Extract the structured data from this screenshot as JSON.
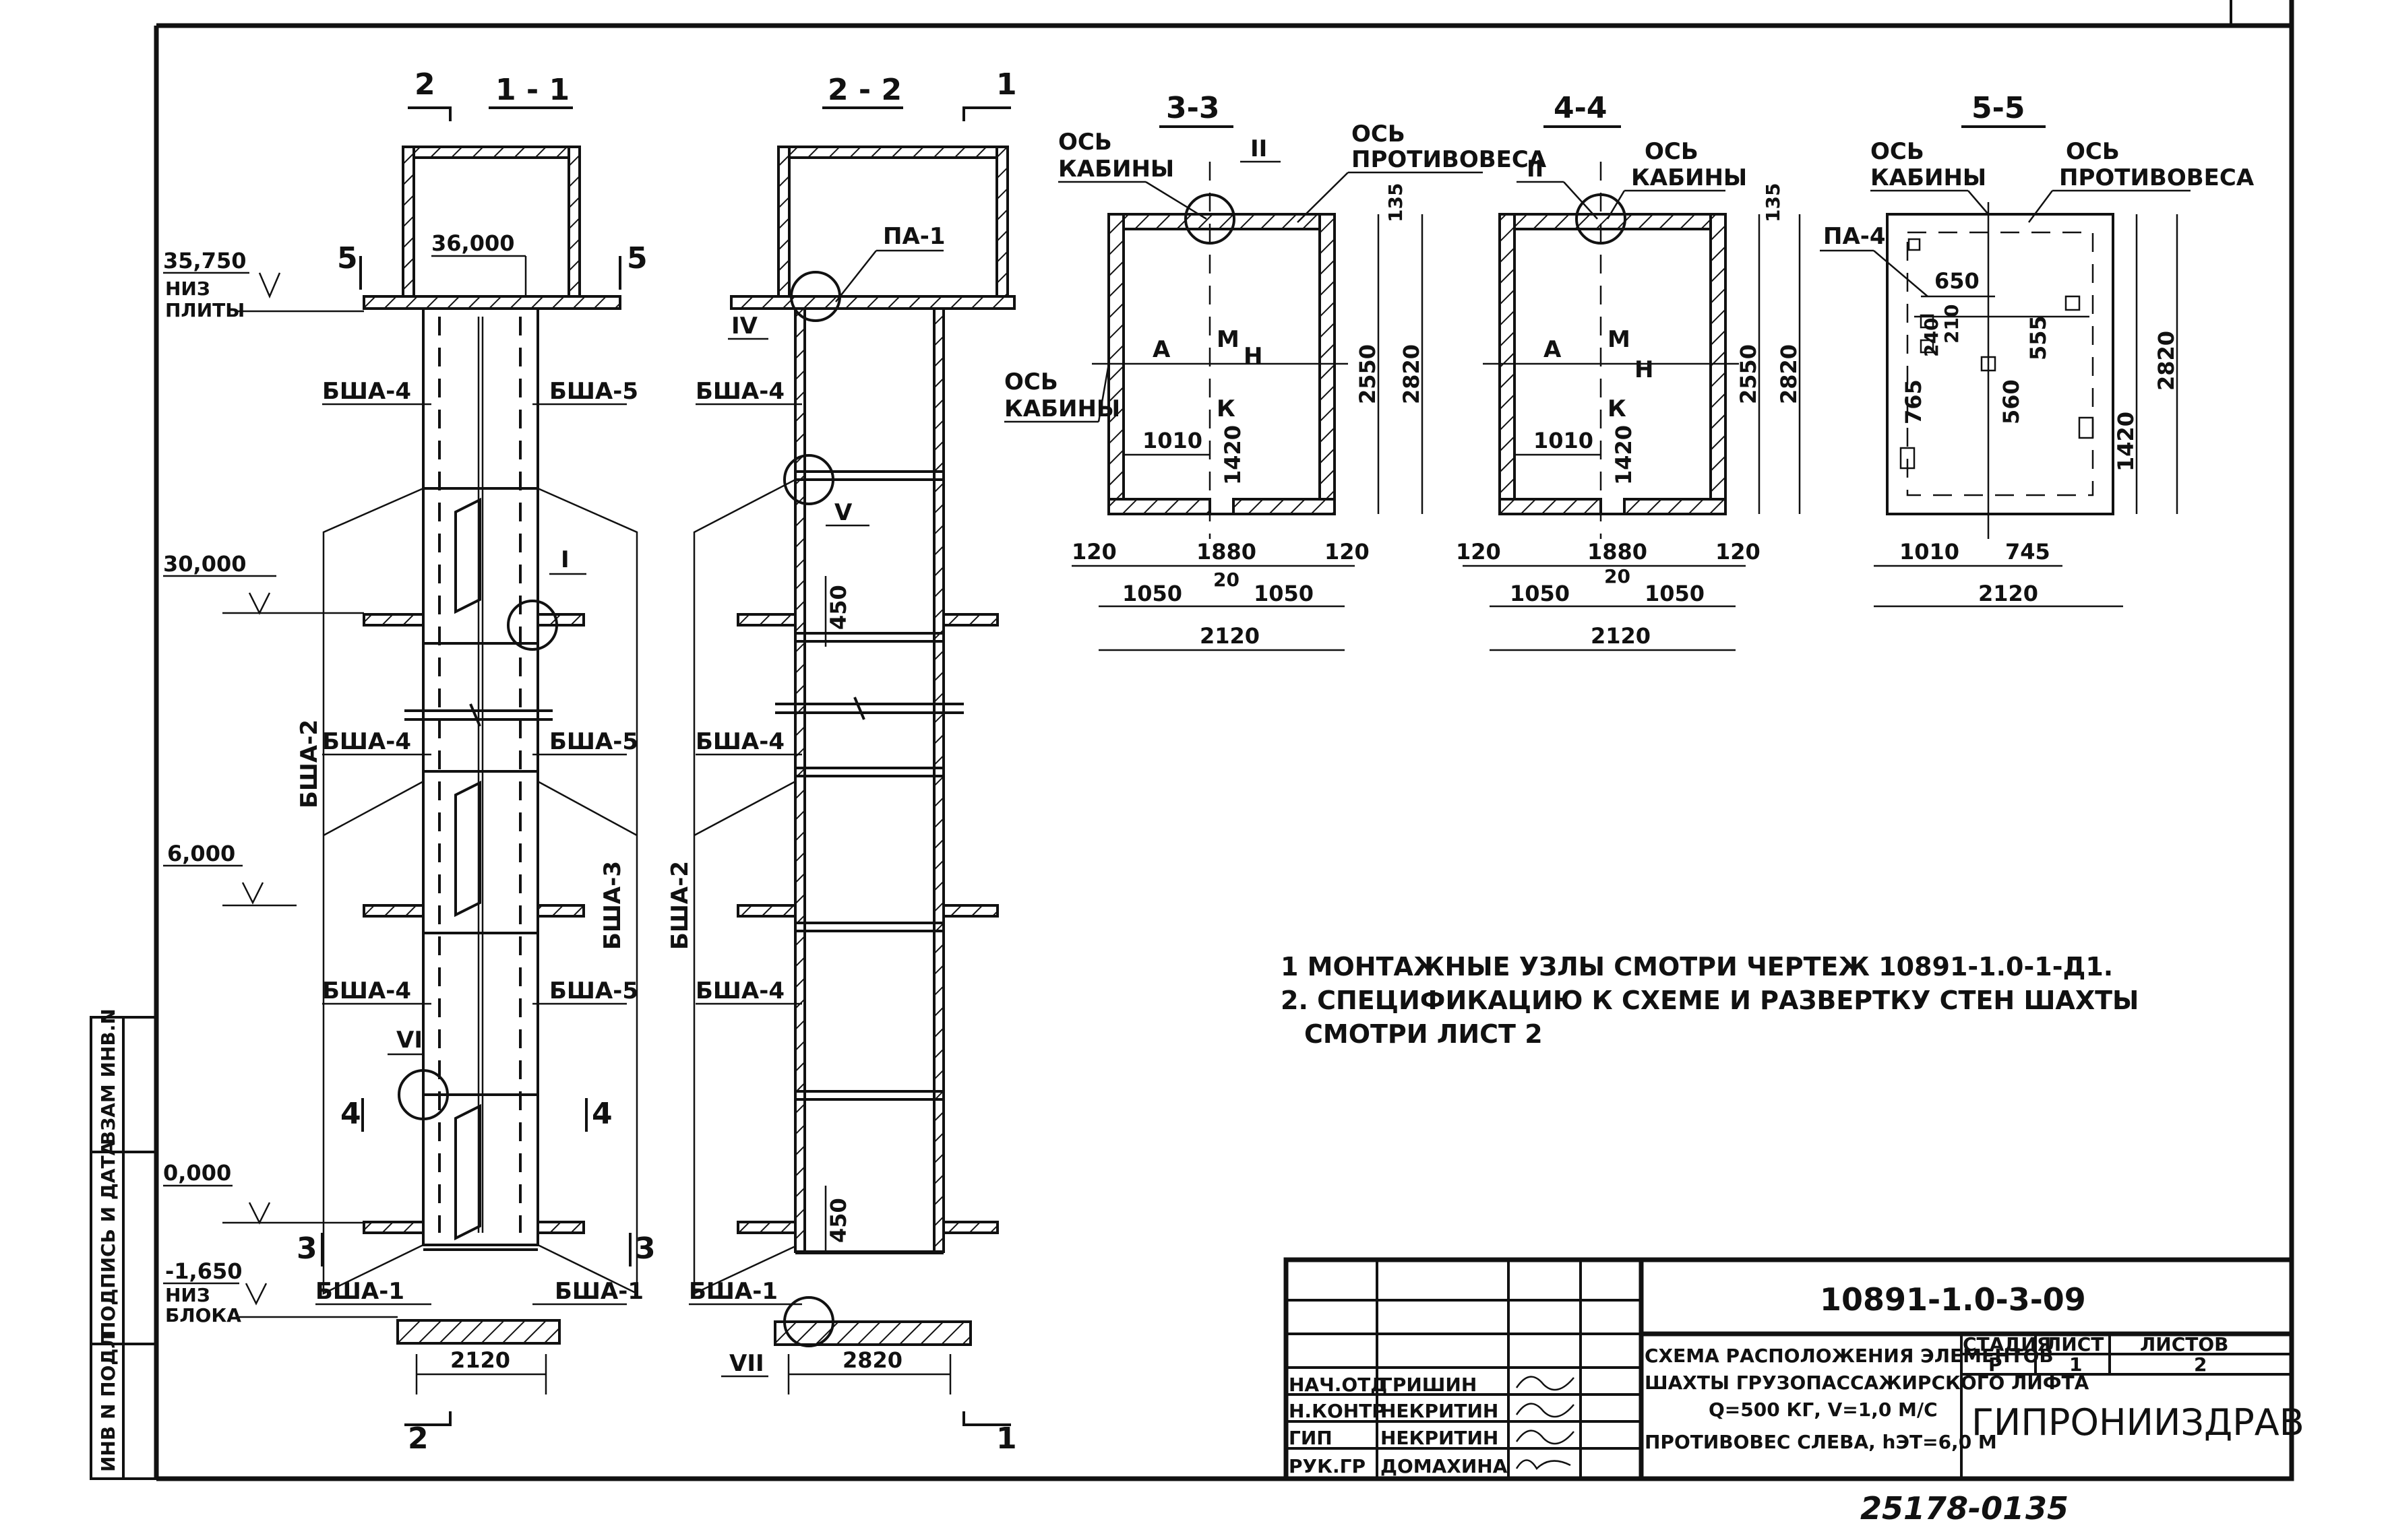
{
  "sections": {
    "s11": "1 - 1",
    "s22": "2 - 2",
    "s33": "3-3",
    "s44": "4-4",
    "s55": "5-5",
    "mark1": "1",
    "mark2": "2",
    "mark3": "3",
    "mark4": "4",
    "mark5": "5"
  },
  "levels": {
    "l35750": "35,750",
    "niz_plity_1": "НИЗ",
    "niz_plity_2": "ПЛИТЫ",
    "l36000": "36,000",
    "l30000": "30,000",
    "l6000": "6,000",
    "l0000": "0,000",
    "lm1650": "-1,650",
    "niz_bloka_1": "НИЗ",
    "niz_bloka_2": "БЛОКА"
  },
  "elements": {
    "bsha1": "БША-1",
    "bsha2": "БША-2",
    "bsha3": "БША-3",
    "bsha4": "БША-4",
    "bsha5": "БША-5",
    "pa1": "ПА-1",
    "pa4": "ПА-4"
  },
  "nodes": {
    "n1": "I",
    "n2": "II",
    "n4": "IV",
    "n5": "V",
    "n6": "VI",
    "n7": "VII"
  },
  "axes": {
    "os": "ОСЬ",
    "kabiny": "КАБИНЫ",
    "protivovesa": "ПРОТИВОВЕСА"
  },
  "letters": {
    "a": "А",
    "m": "М",
    "n": "Н",
    "k": "К"
  },
  "dims": {
    "d2120": "2120",
    "d2820": "2820",
    "d2550": "2550",
    "d1420": "1420",
    "d1010": "1010",
    "d1880": "1880",
    "d1050": "1050",
    "d120": "120",
    "d20": "20",
    "d135": "135",
    "d450": "450",
    "d650": "650",
    "d745": "745",
    "d765": "765",
    "d555": "555",
    "d560": "560",
    "d240": "240",
    "d210": "210"
  },
  "notes": {
    "n1": "1  МОНТАЖНЫЕ  УЗЛЫ   СМОТРИ    ЧЕРТЕЖ   10891-1.0-1-Д1.",
    "n2": "2. СПЕЦИФИКАЦИЮ   К  СХЕМЕ  И  РАЗВЕРТКУ  СТЕН  ШАХТЫ",
    "n3": "СМОТРИ  ЛИСТ 2"
  },
  "side_stamp": {
    "inv_podl": "ИНВ N ПОДЛ",
    "podpis": "ПОДПИСЬ И ДАТА",
    "vzam": "ВЗАМ ИНВ.N"
  },
  "title_block": {
    "code": "10891-1.0-3-09",
    "title_1": "СХЕМА РАСПОЛОЖЕНИЯ ЭЛЕМЕНТОВ",
    "title_2": "ШАХТЫ ГРУЗОПАССАЖИРСКОГО ЛИФТА",
    "title_3": "Q=500 КГ,  V=1,0 М/С",
    "title_4": "ПРОТИВОВЕС СЛЕВА, hЭТ=6,0 М",
    "stadiya_h": "СТАДИЯ",
    "list_h": "ЛИСТ",
    "listov_h": "ЛИСТОВ",
    "stadiya": "Р",
    "list": "1",
    "listov": "2",
    "org": "ГИПРОНИИЗДРАВ",
    "roles": [
      "НАЧ.ОТД",
      "Н.КОНТР",
      "ГИП",
      "РУК.ГР"
    ],
    "names": [
      "ГРИШИН",
      "НЕКРИТИН",
      "НЕКРИТИН",
      "ДОМАХИНА"
    ]
  },
  "footer": {
    "inv": "25178-01",
    "page": "35"
  }
}
